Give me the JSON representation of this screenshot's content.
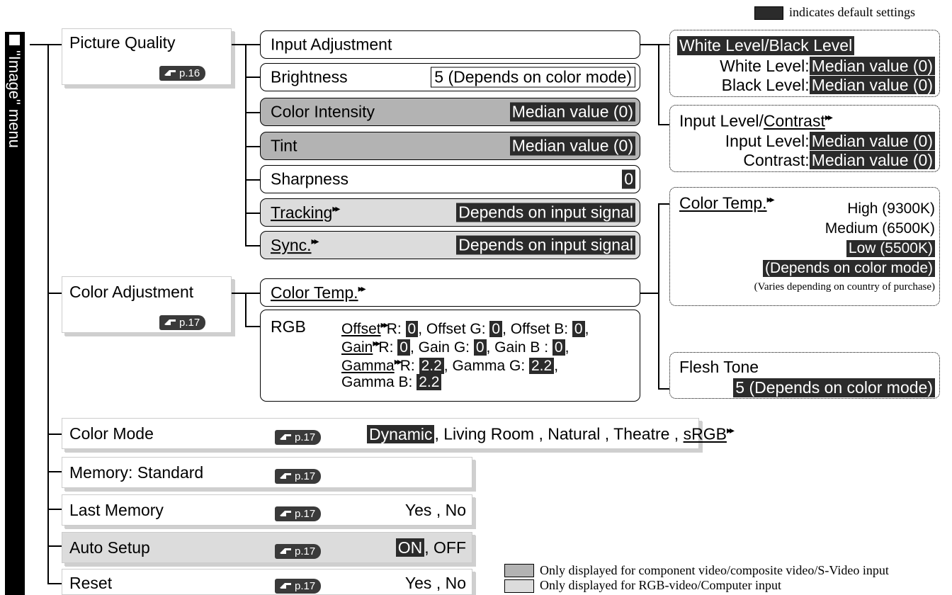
{
  "legend_top": {
    "text": "indicates default settings",
    "color": "#2b2b2b"
  },
  "side_title": "\"Image\" menu",
  "picture_quality": {
    "label": "Picture Quality",
    "ref": "p.16",
    "items": [
      {
        "label": "Input Adjustment"
      },
      {
        "label": "Brightness",
        "value": "5 (Depends on color mode)"
      },
      {
        "label": "Color Intensity",
        "value": "Median value (0)"
      },
      {
        "label": "Tint",
        "value": "Median value (0)"
      },
      {
        "label": "Sharpness",
        "value": "0"
      },
      {
        "label": "Tracking",
        "value": "Depends on input signal"
      },
      {
        "label": "Sync.",
        "value": "Depends on input signal"
      }
    ]
  },
  "input_adjust_sub": {
    "wl_title": "White Level/Black Level",
    "wl_line1_label": "White Level:",
    "wl_line1_value": "Median value (0)",
    "wl_line2_label": "Black Level:",
    "wl_line2_value": "Median value (0)",
    "il_title_a": "Input Level/",
    "il_title_b": "Contrast",
    "il_line1_label": "Input Level:",
    "il_line1_value": "Median value (0)",
    "il_line2_label": "Contrast:",
    "il_line2_value": "Median value (0)"
  },
  "color_adjustment": {
    "label": "Color Adjustment",
    "ref": "p.17",
    "temp_label": "Color Temp.",
    "rgb_label": "RGB",
    "offset": "Offset",
    "offset_r": "R: ",
    "offset_r_val": "0",
    "offset_g": ", Offset G: ",
    "offset_g_val": "0",
    "offset_b": ", Offset B: ",
    "offset_b_val": "0",
    "offset_end": ",",
    "gain": "Gain",
    "gain_r": "R: ",
    "gain_r_val": "0",
    "gain_g": ", Gain G: ",
    "gain_g_val": "0",
    "gain_b": ", Gain B : ",
    "gain_b_val": "0",
    "gain_end": ",",
    "gamma": "Gamma",
    "gamma_r": "R: ",
    "gamma_r_val": "2.2",
    "gamma_g": ", Gamma G: ",
    "gamma_g_val": "2.2",
    "gamma_end": ",",
    "gamma_b": "Gamma B: ",
    "gamma_b_val": "2.2"
  },
  "color_temp_sub": {
    "title": "Color Temp.",
    "high": "High (9300K)",
    "medium": "Medium (6500K)",
    "low": "Low (5500K)",
    "depends": "(Depends on color mode)",
    "note": "(Varies depending on country of purchase)",
    "flesh_title": "Flesh Tone",
    "flesh_value": "5 (Depends on color mode)"
  },
  "color_mode": {
    "label": "Color Mode",
    "ref": "p.17",
    "opt1": "Dynamic",
    "sep1": ", Living Room , Natural , Theatre , ",
    "opt_last": "sRGB"
  },
  "memory": {
    "label": "Memory: Standard",
    "ref": "p.17"
  },
  "last_memory": {
    "label": "Last Memory",
    "ref": "p.17",
    "opts": "Yes , No"
  },
  "auto_setup": {
    "label": "Auto Setup",
    "ref": "p.17",
    "opt_on": "ON",
    "opt_rest": ", OFF"
  },
  "reset": {
    "label": "Reset",
    "ref": "p.17",
    "opts": "Yes , No"
  },
  "legend_bottom": [
    {
      "text": "Only displayed for component video/composite video/S-Video input",
      "color": "#b3b3b3"
    },
    {
      "text": "Only displayed for RGB-video/Computer input",
      "color": "#dcdcdc"
    }
  ]
}
